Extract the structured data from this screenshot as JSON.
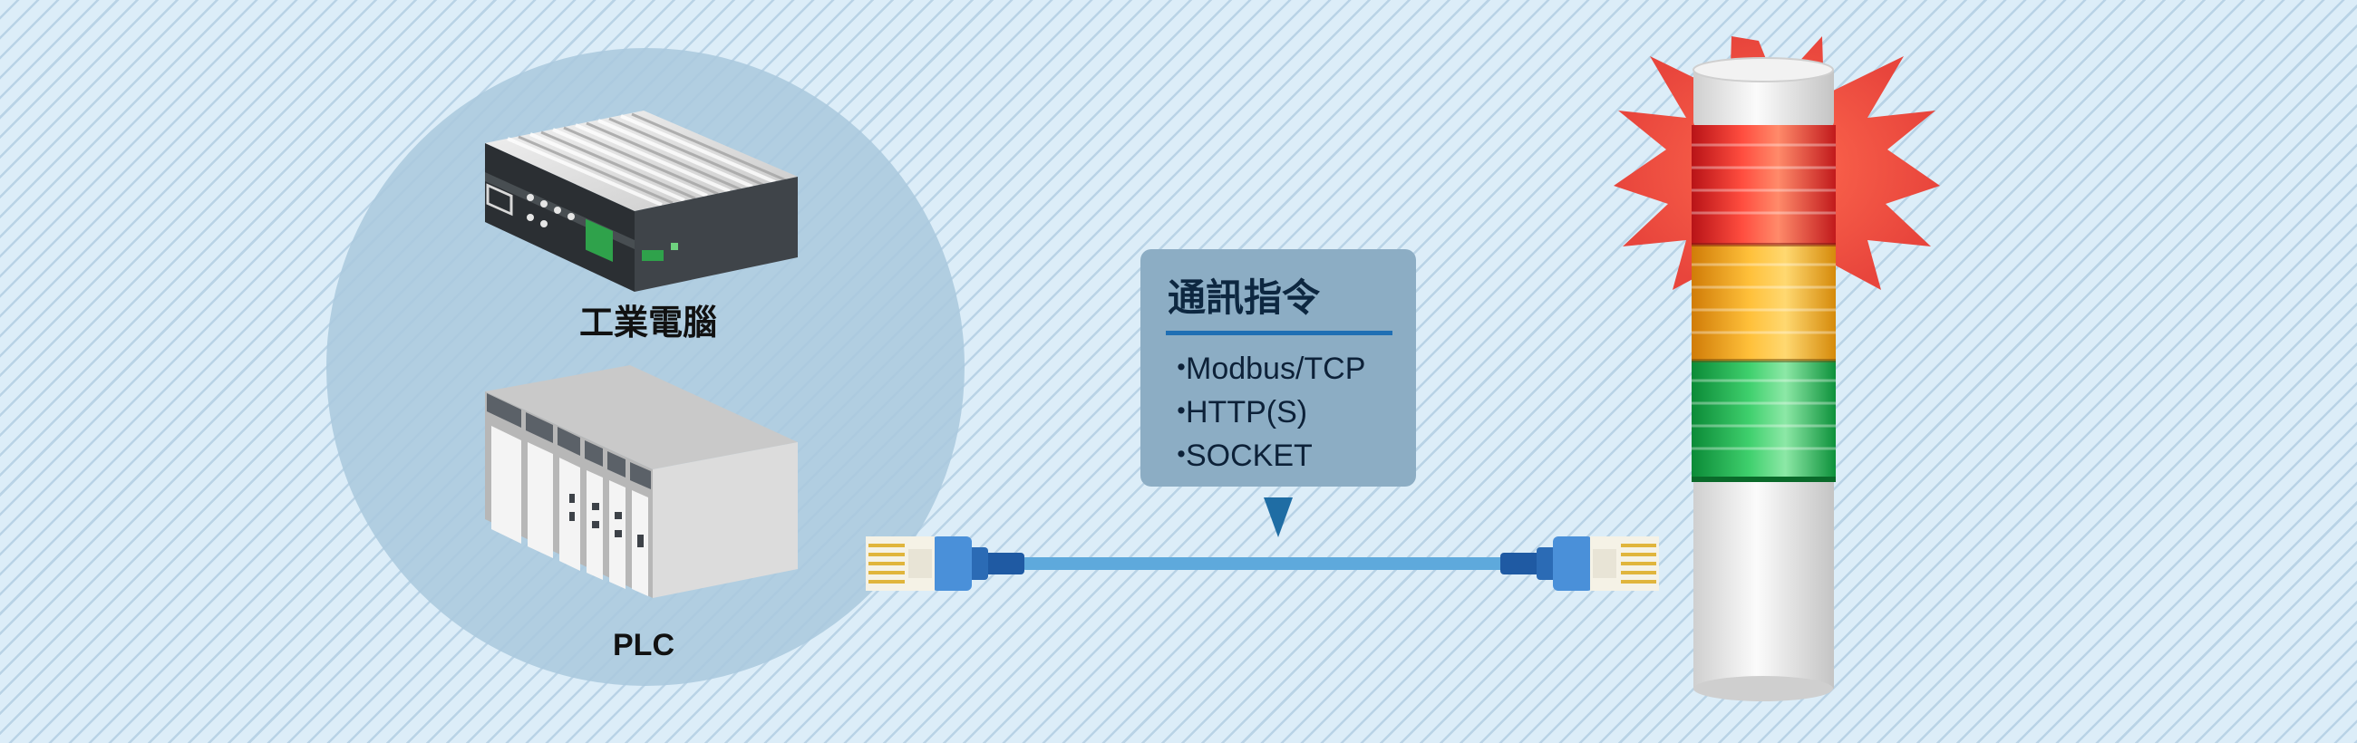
{
  "devices": {
    "industrial_pc_label": "工業電腦",
    "plc_label": "PLC"
  },
  "callout": {
    "title": "通訊指令",
    "protocols": [
      "Modbus/TCP",
      "HTTP(S)",
      "SOCKET"
    ],
    "bullet": "・"
  },
  "colors": {
    "background": "#dcedf8",
    "stripe": "#b9d3e6",
    "circle": "#a9c8dd",
    "callout": "#8cadc4",
    "accent_blue": "#1f6fb4",
    "cable": "#5ea9dc",
    "red": "#e0262b",
    "amber": "#f0a01a",
    "green": "#19a94a",
    "burst": "#e8544a"
  }
}
